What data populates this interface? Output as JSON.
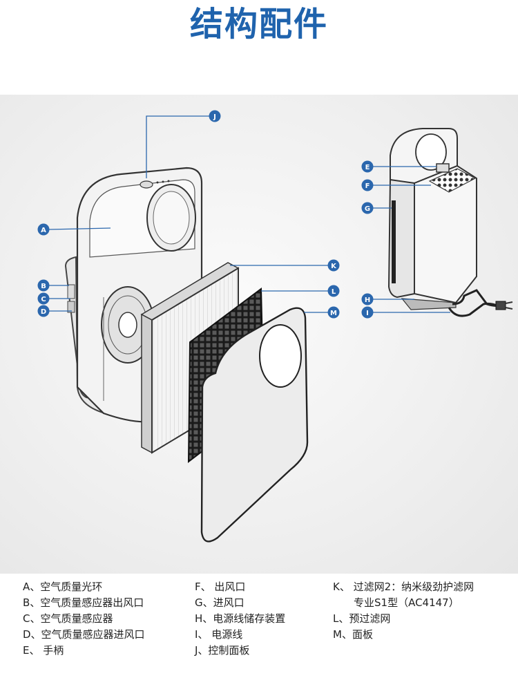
{
  "title": "结构配件",
  "callouts": [
    "A",
    "B",
    "C",
    "D",
    "E",
    "F",
    "G",
    "H",
    "I",
    "J",
    "K",
    "L",
    "M"
  ],
  "colors": {
    "accent": "#1f63ad",
    "callout": "#2b67ad",
    "line": "#2b67ad"
  },
  "legend": {
    "col1": [
      "A、空气质量光环",
      "B、空气质量感应器出风口",
      "C、空气质量感应器",
      "D、空气质量感应器进风口",
      "E、 手柄"
    ],
    "col2": [
      "F、 出风口",
      "G、进风口",
      "H、电源线储存装置",
      "I、  电源线",
      "J、控制面板"
    ],
    "col3": [
      "K、 过滤网2：纳米级劲护滤网",
      "专业S1型（AC4147）",
      "L、预过滤网",
      "M、面板"
    ]
  }
}
